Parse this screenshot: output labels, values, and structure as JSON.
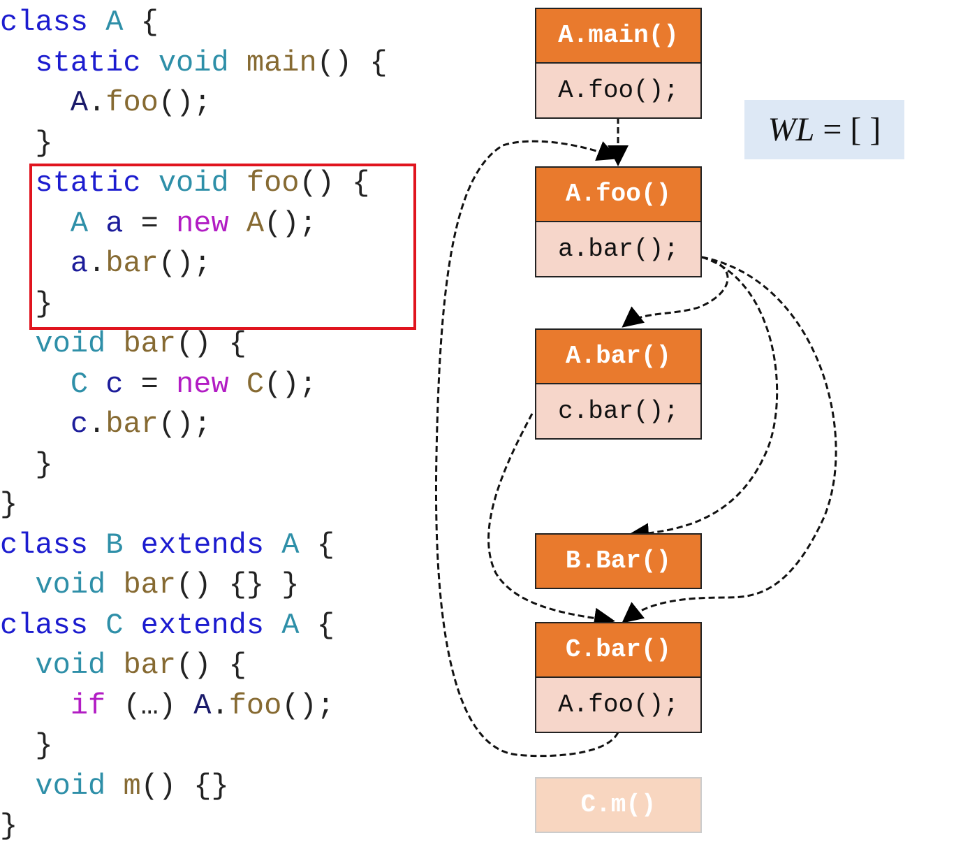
{
  "code": [
    [
      [
        "class ",
        "kw"
      ],
      [
        "A ",
        "ty"
      ],
      [
        "{",
        "pn"
      ]
    ],
    [
      [
        "  static ",
        "kw"
      ],
      [
        "void ",
        "ty"
      ],
      [
        "main",
        "fn"
      ],
      [
        "() {",
        "pn"
      ]
    ],
    [
      [
        "    A",
        "id"
      ],
      [
        ".",
        "pn"
      ],
      [
        "foo",
        "fn"
      ],
      [
        "();",
        "pn"
      ]
    ],
    [
      [
        "  }",
        "pn"
      ]
    ],
    [
      [
        "  static ",
        "kw"
      ],
      [
        "void ",
        "ty"
      ],
      [
        "foo",
        "fn"
      ],
      [
        "() {",
        "pn"
      ]
    ],
    [
      [
        "    A ",
        "ty"
      ],
      [
        "a ",
        "va"
      ],
      [
        "= ",
        "pn"
      ],
      [
        "new ",
        "nw"
      ],
      [
        "A",
        "fn"
      ],
      [
        "();",
        "pn"
      ]
    ],
    [
      [
        "    a",
        "va"
      ],
      [
        ".",
        "pn"
      ],
      [
        "bar",
        "fn"
      ],
      [
        "();",
        "pn"
      ]
    ],
    [
      [
        "  }",
        "pn"
      ]
    ],
    [
      [
        "  void ",
        "ty"
      ],
      [
        "bar",
        "fn"
      ],
      [
        "() {",
        "pn"
      ]
    ],
    [
      [
        "    C ",
        "ty"
      ],
      [
        "c ",
        "va"
      ],
      [
        "= ",
        "pn"
      ],
      [
        "new ",
        "nw"
      ],
      [
        "C",
        "fn"
      ],
      [
        "();",
        "pn"
      ]
    ],
    [
      [
        "    c",
        "va"
      ],
      [
        ".",
        "pn"
      ],
      [
        "bar",
        "fn"
      ],
      [
        "();",
        "pn"
      ]
    ],
    [
      [
        "  }",
        "pn"
      ]
    ],
    [
      [
        "}",
        "pn"
      ]
    ],
    [
      [
        "class ",
        "kw"
      ],
      [
        "B ",
        "ty"
      ],
      [
        "extends ",
        "kw"
      ],
      [
        "A ",
        "ty"
      ],
      [
        "{",
        "pn"
      ]
    ],
    [
      [
        "  void ",
        "ty"
      ],
      [
        "bar",
        "fn"
      ],
      [
        "() {} }",
        "pn"
      ]
    ],
    [
      [
        "class ",
        "kw"
      ],
      [
        "C ",
        "ty"
      ],
      [
        "extends ",
        "kw"
      ],
      [
        "A ",
        "ty"
      ],
      [
        "{",
        "pn"
      ]
    ],
    [
      [
        "  void ",
        "ty"
      ],
      [
        "bar",
        "fn"
      ],
      [
        "() {",
        "pn"
      ]
    ],
    [
      [
        "    if ",
        "nw"
      ],
      [
        "(…) ",
        "pn"
      ],
      [
        "A",
        "id"
      ],
      [
        ".",
        "pn"
      ],
      [
        "foo",
        "fn"
      ],
      [
        "();",
        "pn"
      ]
    ],
    [
      [
        "  }",
        "pn"
      ]
    ],
    [
      [
        "  void ",
        "ty"
      ],
      [
        "m",
        "fn"
      ],
      [
        "() {}",
        "pn"
      ]
    ],
    [
      [
        "}",
        "pn"
      ]
    ]
  ],
  "graph": {
    "nodes": [
      {
        "method": "A.main()",
        "call": "A.foo();"
      },
      {
        "method": "A.foo()",
        "call": "a.bar();"
      },
      {
        "method": "A.bar()",
        "call": "c.bar();"
      },
      {
        "method": "B.Bar()"
      },
      {
        "method": "C.bar()",
        "call": "A.foo();"
      },
      {
        "method": "C.m()"
      }
    ],
    "worklist": {
      "label": "WL",
      "eq": " = [ ]"
    }
  },
  "colors": {
    "header": "#e97a2d",
    "body": "#f6d6ca",
    "highlight": "#e0141e",
    "worklist_bg": "#dde8f5"
  }
}
